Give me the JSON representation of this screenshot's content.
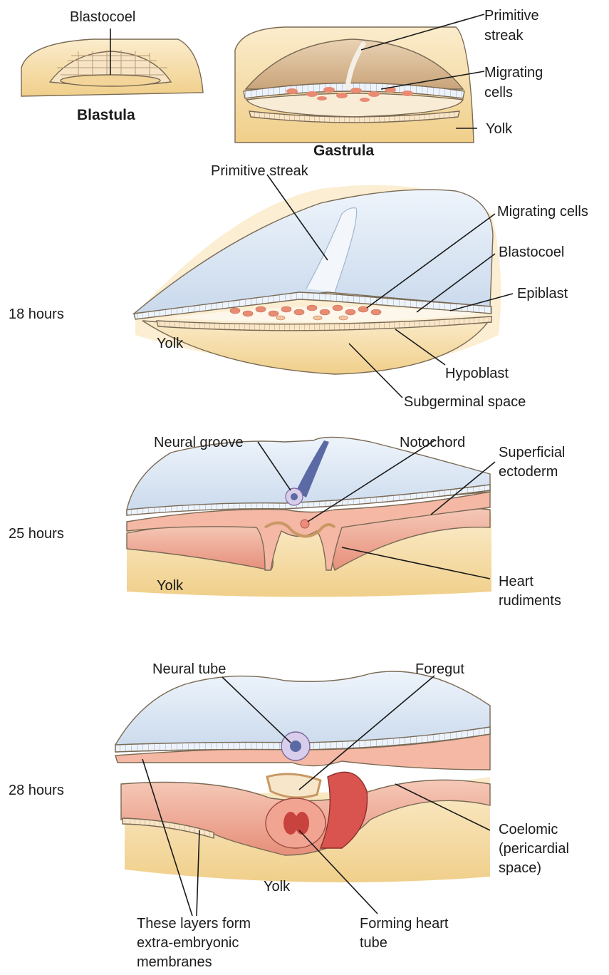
{
  "panels": {
    "blastula": {
      "title": "Blastula",
      "blastocoel": "Blastocoel"
    },
    "gastrula": {
      "title": "Gastrula",
      "primitive_streak_1": "Primitive",
      "primitive_streak_2": "streak",
      "migrating_1": "Migrating",
      "migrating_2": "cells",
      "yolk": "Yolk"
    },
    "h18": {
      "time": "18 hours",
      "primitive_streak": "Primitive streak",
      "migrating_cells": "Migrating cells",
      "blastocoel": "Blastocoel",
      "epiblast": "Epiblast",
      "yolk": "Yolk",
      "hypoblast": "Hypoblast",
      "subgerminal_space": "Subgerminal space"
    },
    "h25": {
      "time": "25 hours",
      "neural_groove": "Neural groove",
      "notochord": "Notochord",
      "superficial_1": "Superficial",
      "superficial_2": "ectoderm",
      "yolk": "Yolk",
      "heart_1": "Heart",
      "heart_2": "rudiments"
    },
    "h28": {
      "time": "28 hours",
      "neural_tube": "Neural tube",
      "foregut": "Foregut",
      "coelomic_1": "Coelomic",
      "coelomic_2": "(pericardial",
      "coelomic_3": "space)",
      "yolk": "Yolk",
      "layers_1": "These layers form",
      "layers_2": "extra-embryonic",
      "layers_3": "membranes",
      "heart_tube_1": "Forming heart",
      "heart_tube_2": "tube"
    }
  },
  "colors": {
    "ectoderm": "#dde8f4",
    "mesoderm": "#f2b7a5",
    "yolk": "#f3d9a0",
    "cells": "#e88b73"
  }
}
